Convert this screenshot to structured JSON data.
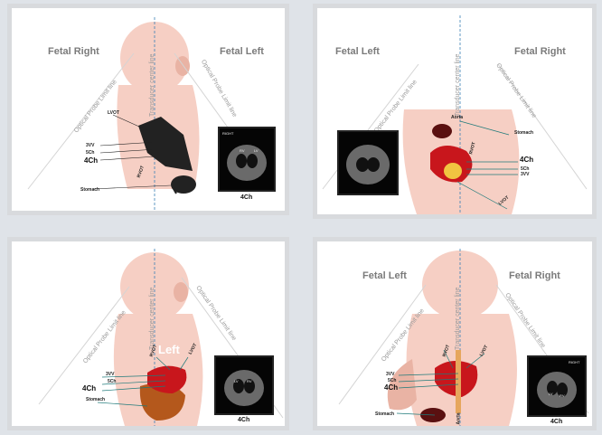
{
  "panels": [
    {
      "side_left": "Fetal Right",
      "side_right": "Fetal Left",
      "center_line": "Transducer center line",
      "optical_left": "Optical Probe Limit line",
      "optical_right": "Optical Probe Limit line",
      "labels": {
        "lvot": "LVOT",
        "vv3": "3VV",
        "ch5": "5Ch",
        "ch4": "4Ch",
        "rvot": "RVOT",
        "stomach": "Stomach"
      },
      "us": {
        "caption": "4Ch",
        "mark": "RIGHT",
        "lv": "LV",
        "rv": "RV"
      }
    },
    {
      "side_left": "Fetal Left",
      "side_right": "Fetal Right",
      "center_line": "Transducer center line",
      "optical_left": "Optical Probe Limit line",
      "optical_right": "Optical Probe Limit line",
      "labels": {
        "aorta": "Aorta",
        "stomach": "Stomach",
        "rvot": "RVOT",
        "ch4": "4Ch",
        "ch5": "5Ch",
        "vv3": "3VV",
        "lvot": "LVOT"
      },
      "us": {
        "caption": "",
        "mark": "",
        "lv": "",
        "rv": ""
      }
    },
    {
      "side_left": "",
      "side_right": "",
      "center_line": "Transducer center line",
      "optical_left": "Optical Probe Limit line",
      "optical_right": "Optical Probe Limit line",
      "overlay": "Left",
      "labels": {
        "rvot": "RVOT",
        "lvot": "LVOT",
        "vv3": "3VV",
        "ch5": "5Ch",
        "ch4": "4Ch",
        "stomach": "Stomach"
      },
      "us": {
        "caption": "4Ch",
        "mark": "",
        "lv": "LV",
        "rv": "RV"
      }
    },
    {
      "side_left": "Fetal Left",
      "side_right": "Fetal Right",
      "center_line": "Transducer center line",
      "optical_left": "Optical Probe Limit line",
      "optical_right": "Optical Probe Limit line",
      "labels": {
        "rvot": "RVOT",
        "lvot": "LVOT",
        "vv3": "3VV",
        "ch5": "5Ch",
        "ch4": "4Ch",
        "stomach": "Stomach",
        "aorta": "Aorta"
      },
      "us": {
        "caption": "4Ch",
        "mark": "RIGHT",
        "lv": "LV",
        "rv": "RV"
      }
    }
  ],
  "colors": {
    "skin": "#f6cfc4",
    "skin_shade": "#e9b3a4",
    "heart": "#c8161c",
    "probe_line": "#3a7fb5",
    "guide": "#1f7a7a"
  }
}
